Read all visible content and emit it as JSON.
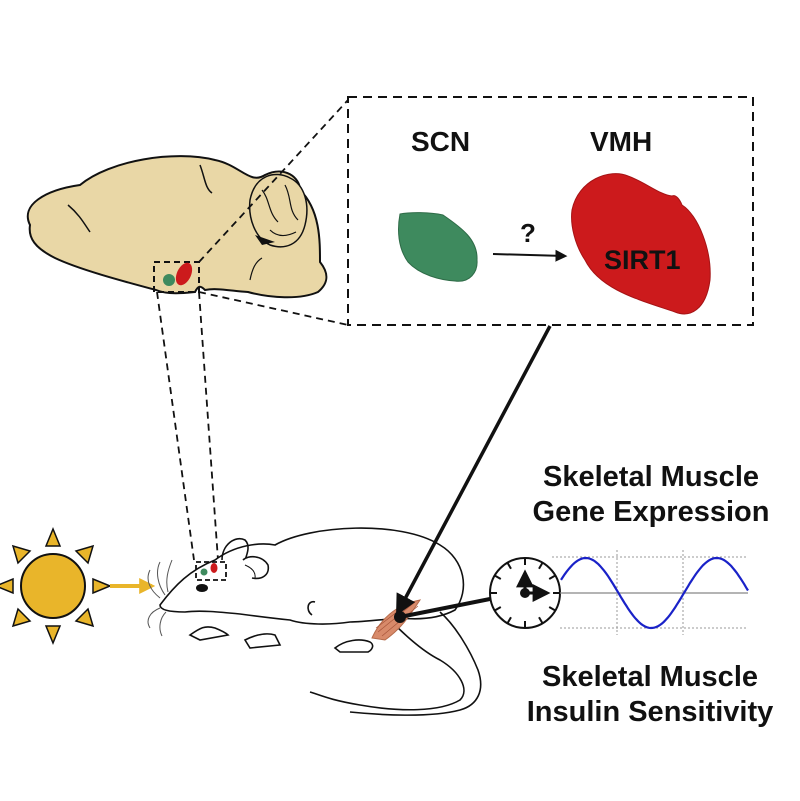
{
  "zoom_box": {
    "scn_label": "SCN",
    "vmh_label": "VMH",
    "question_mark": "?",
    "sirt1_label": "SIRT1"
  },
  "outputs": {
    "gene_expression": [
      "Skeletal Muscle",
      "Gene Expression"
    ],
    "insulin_sensitivity": [
      "Skeletal Muscle",
      "Insulin Sensitivity"
    ]
  },
  "icons": {
    "sun": "sun-icon",
    "clock": "clock-icon",
    "brain": "brain-sagittal-icon",
    "mouse": "mouse-icon",
    "muscle": "muscle-icon",
    "wave": "sine-wave-icon"
  },
  "colors": {
    "brain_fill": "#e9d7a6",
    "scn_green": "#3e8a5e",
    "vmh_red": "#cc1a1c",
    "sun_yellow": "#e9b52a",
    "wave_blue": "#1a22c8",
    "muscle_orange": "#d88a6a",
    "ink": "#111111"
  }
}
